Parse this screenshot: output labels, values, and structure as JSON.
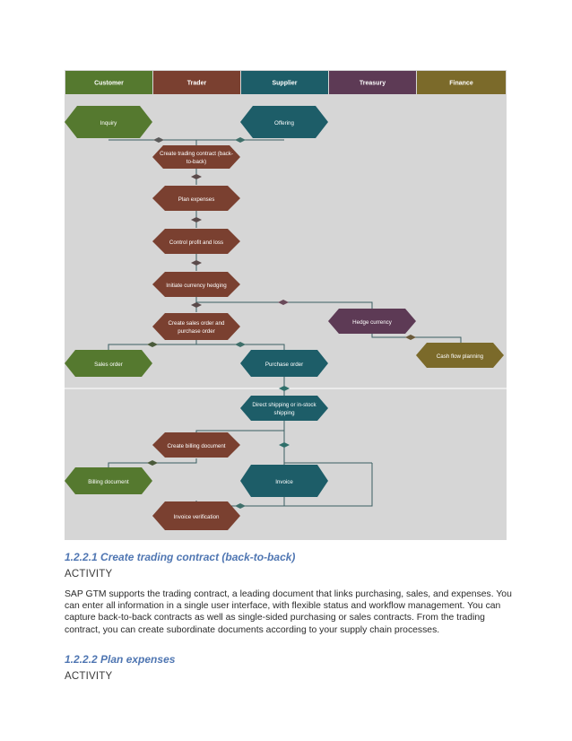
{
  "diagram": {
    "lanes": [
      {
        "label": "Customer",
        "color": "#55792f"
      },
      {
        "label": "Trader",
        "color": "#7a4030"
      },
      {
        "label": "Supplier",
        "color": "#1d5d68"
      },
      {
        "label": "Treasury",
        "color": "#5d3a55"
      },
      {
        "label": "Finance",
        "color": "#7b6a2a"
      }
    ],
    "nodes": {
      "inquiry": "Inquiry",
      "offering": "Offering",
      "create_contract_l1": "Create trading contract (back-",
      "create_contract_l2": "to-back)",
      "plan_expenses": "Plan expenses",
      "control_pl": "Control profit and loss",
      "currency_hedging": "Initiate currency hedging",
      "hedge_currency": "Hedge currency",
      "sales_purchase_l1": "Create sales order and",
      "sales_purchase_l2": "purchase order",
      "cash_flow": "Cash flow planning",
      "sales_order": "Sales order",
      "purchase_order": "Purchase order",
      "direct_ship_l1": "Direct shipping or in-stock",
      "direct_ship_l2": "shipping",
      "billing_doc_create": "Create billing document",
      "billing_doc": "Billing document",
      "invoice": "Invoice",
      "invoice_verification": "Invoice verification"
    }
  },
  "sections": {
    "s1_heading": "1.2.2.1 Create trading contract (back-to-back)",
    "s1_activity": "ACTIVITY",
    "s1_body": "SAP GTM supports the trading contract, a leading document that links purchasing, sales, and expenses. You can enter all information in a single user interface, with flexible status and workflow management. You can capture back-to-back contracts as well as single-sided purchasing or sales contracts. From the trading contract, you can create subordinate documents according to your supply chain processes.",
    "s2_heading": "1.2.2.2 Plan expenses",
    "s2_activity": "ACTIVITY"
  }
}
